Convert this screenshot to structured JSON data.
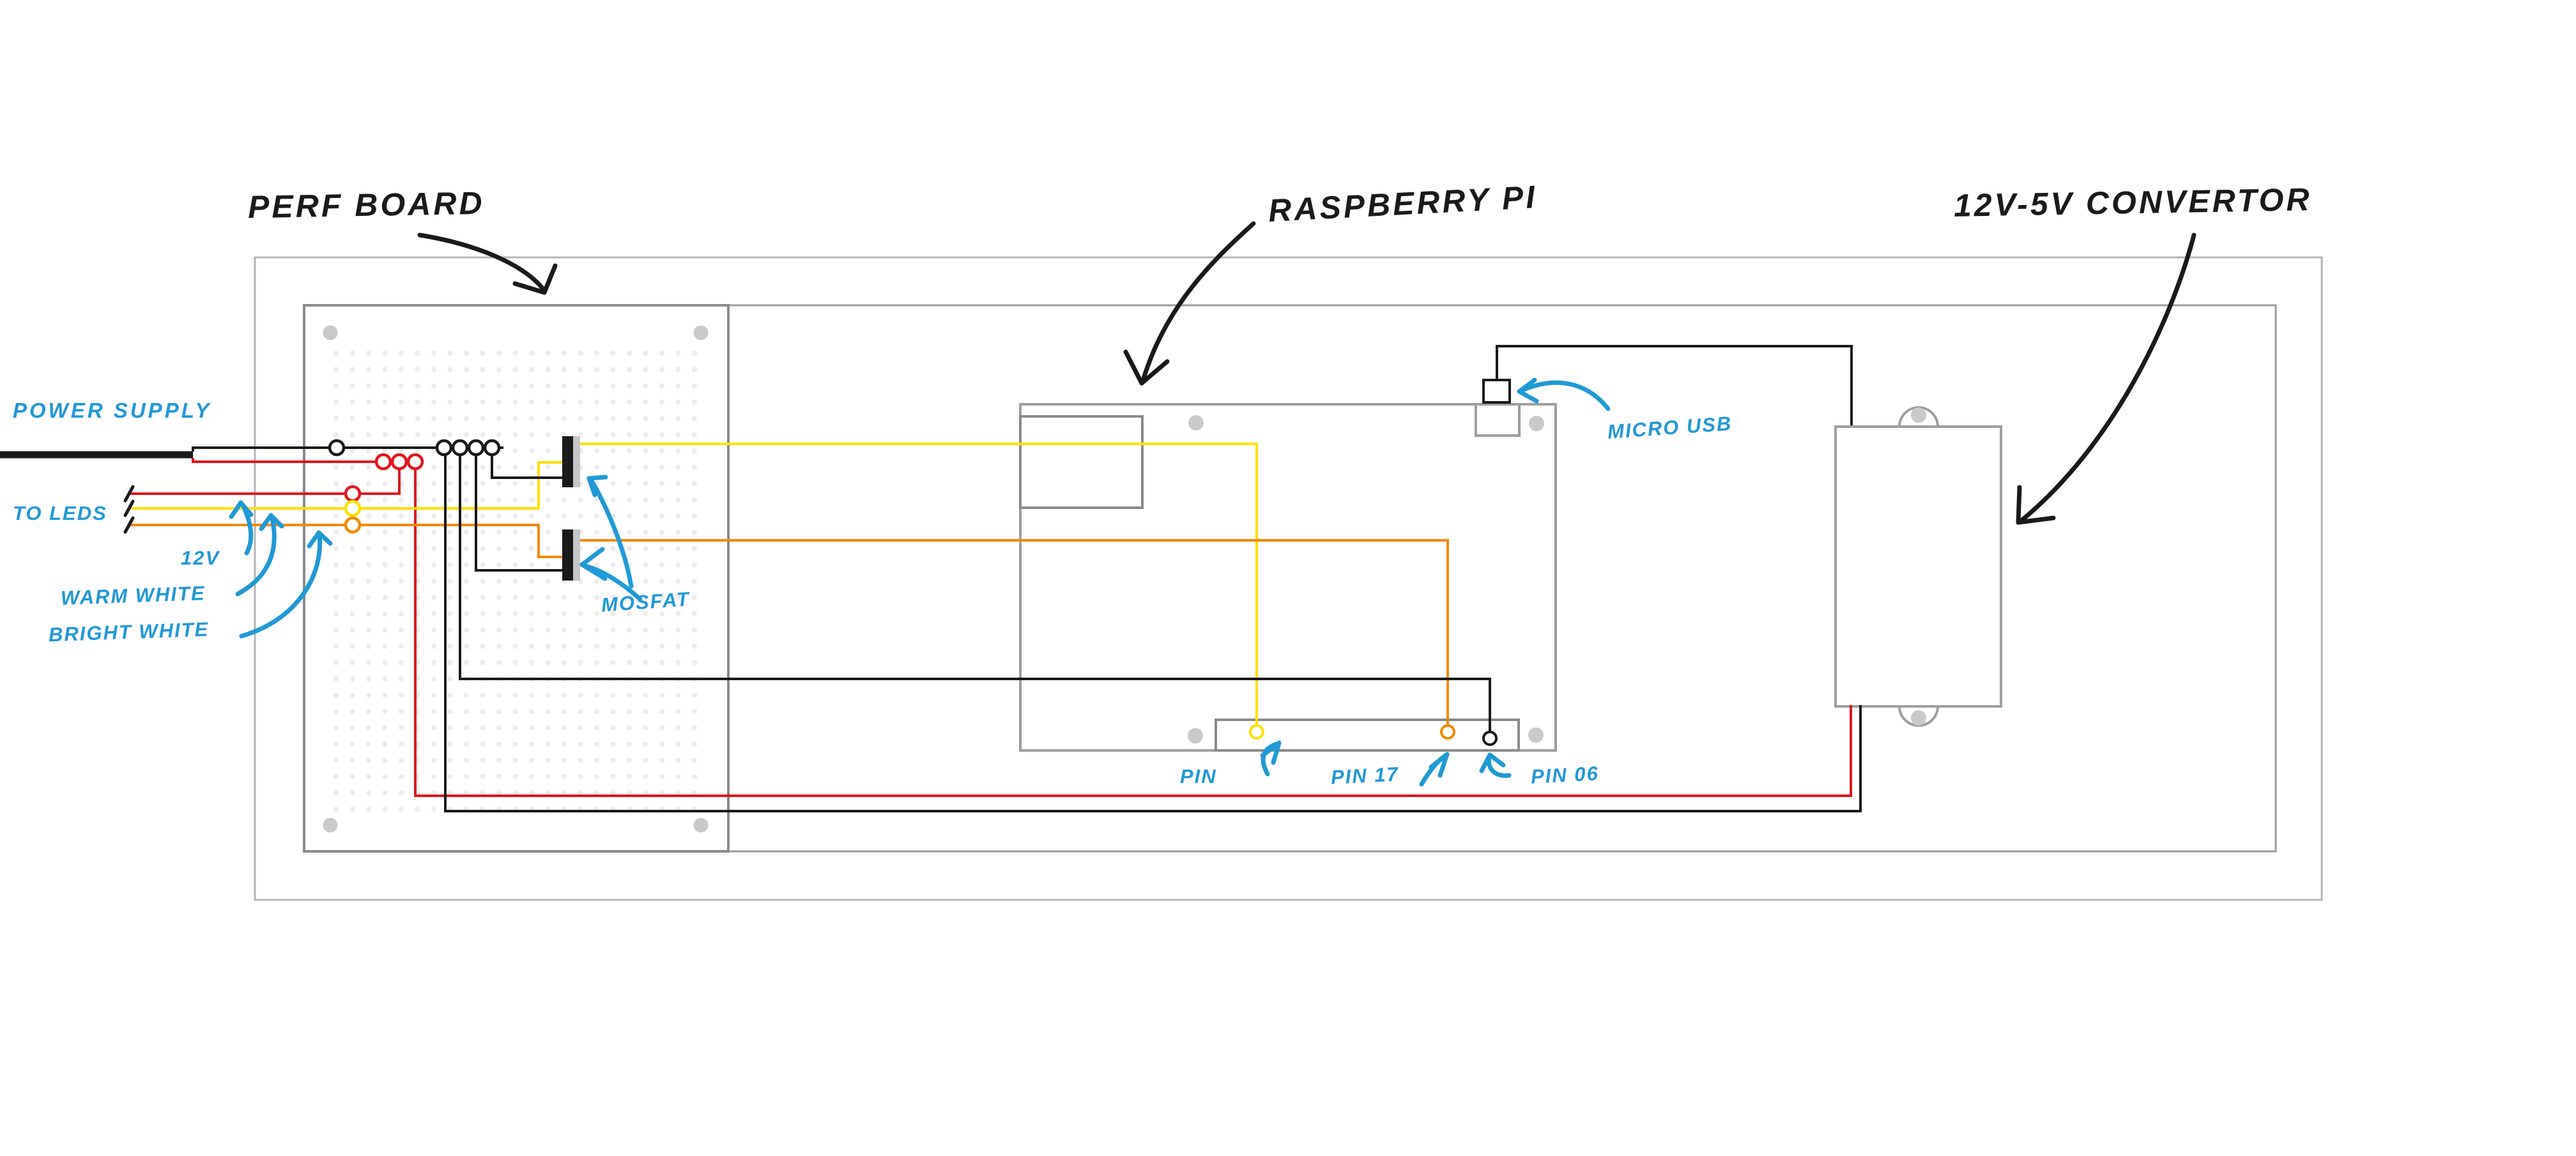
{
  "diagram": {
    "type": "wiring-diagram",
    "component_titles": {
      "perf_board": "PERF BOARD",
      "raspberry_pi": "RASPBERRY PI",
      "convertor": "12V-5V CONVERTOR"
    },
    "annotations": {
      "power_supply": "POWER SUPPLY",
      "to_leds": "TO LEDS",
      "twelve_v": "12V",
      "warm_white": "WARM WHITE",
      "bright_white": "BRIGHT WHITE",
      "mosfat": "MOSFAT",
      "micro_usb": "MICRO USB",
      "pin": "PIN",
      "pin_17": "PIN 17",
      "pin_06": "PIN 06"
    },
    "colors": {
      "annotation_blue": "#1f9ad7",
      "wire_red": "#e1161e",
      "wire_yellow": "#ffe000",
      "wire_orange": "#f28a00",
      "wire_black": "#1a1a1a",
      "enclosure_outline": "#b5b5b5",
      "board_outline": "#8a8a8a",
      "component_outline": "#9e9e9e"
    },
    "wires": [
      {
        "color": "black",
        "role": "power supply line in"
      },
      {
        "color": "red",
        "role": "12V line to LEDs and 12V-5V convertor"
      },
      {
        "color": "yellow",
        "role": "warm white LED channel via MOSFET to PIN"
      },
      {
        "color": "orange",
        "role": "bright white LED channel via MOSFET to PIN 17"
      },
      {
        "color": "black",
        "role": "ground to PIN 06 and convertor"
      },
      {
        "color": "black",
        "role": "5V from convertor to micro USB"
      }
    ]
  }
}
